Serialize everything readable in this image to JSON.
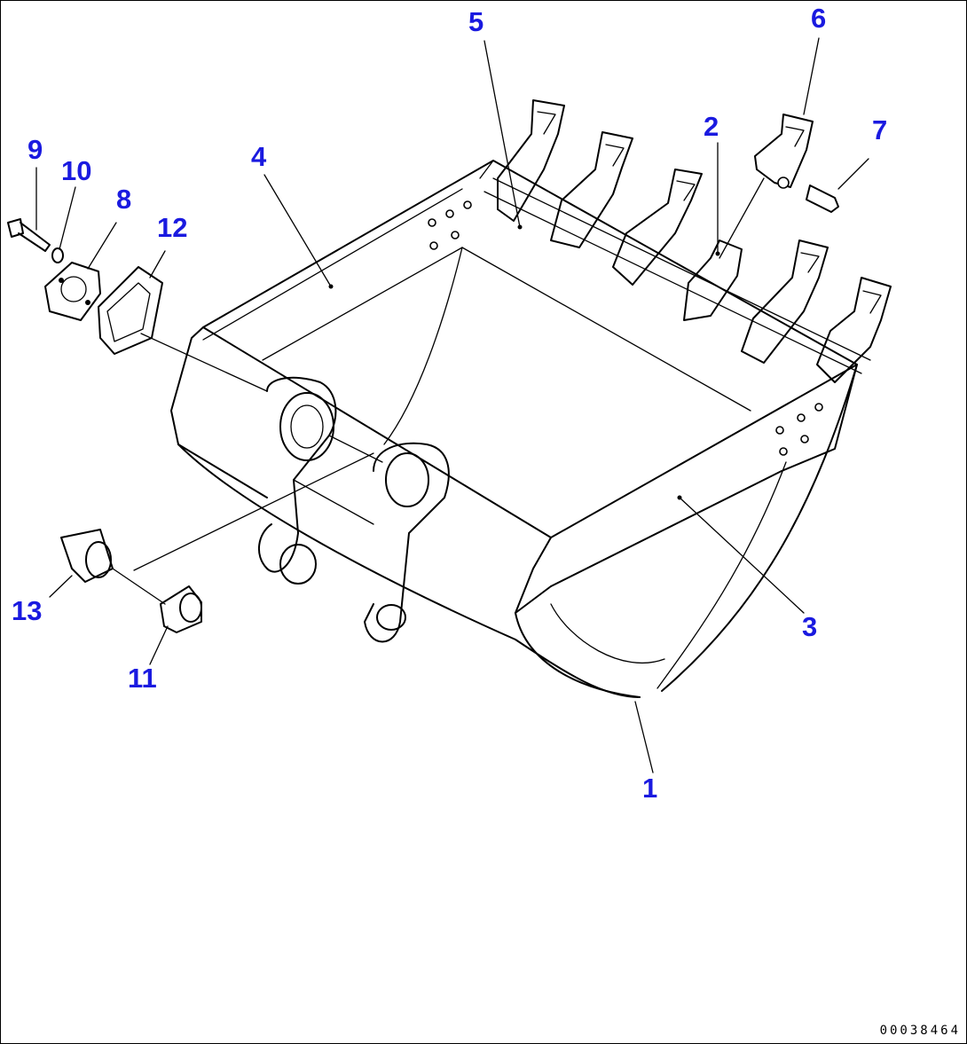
{
  "diagram": {
    "callouts": [
      {
        "id": "1",
        "label": "1"
      },
      {
        "id": "2",
        "label": "2"
      },
      {
        "id": "3",
        "label": "3"
      },
      {
        "id": "4",
        "label": "4"
      },
      {
        "id": "5",
        "label": "5"
      },
      {
        "id": "6",
        "label": "6"
      },
      {
        "id": "7",
        "label": "7"
      },
      {
        "id": "8",
        "label": "8"
      },
      {
        "id": "9",
        "label": "9"
      },
      {
        "id": "10",
        "label": "10"
      },
      {
        "id": "11",
        "label": "11"
      },
      {
        "id": "12",
        "label": "12"
      },
      {
        "id": "13",
        "label": "13"
      }
    ],
    "callout_color": "#1a1ae0",
    "line_color": "#000000",
    "drawing_number": "00038464"
  }
}
